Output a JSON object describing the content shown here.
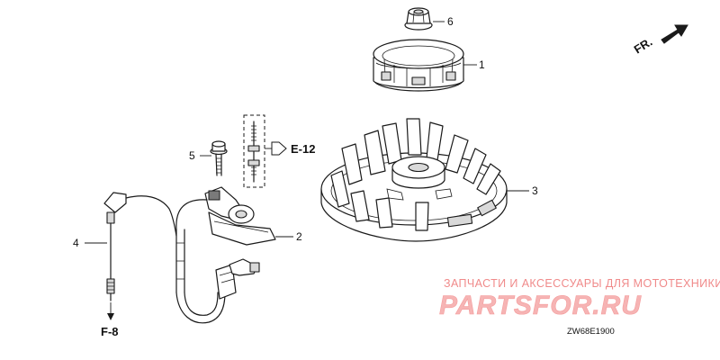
{
  "diagram": {
    "callouts": {
      "p1": "1",
      "p2": "2",
      "p3": "3",
      "p4": "4",
      "p5": "5",
      "p6": "6"
    },
    "refs": {
      "e12": "E-12",
      "f8": "F-8",
      "front": "FR."
    },
    "drawing_code": "ZW68E1900"
  },
  "watermark": {
    "tagline": "ЗАПЧАСТИ И АКСЕССУАРЫ ДЛЯ МОТОТЕХНИКИ",
    "site": "PARTSFOR.RU"
  },
  "colors": {
    "line": "#1a1a1a",
    "watermark_text": "#f08a8a",
    "watermark_logo": "#f6b4b4"
  }
}
